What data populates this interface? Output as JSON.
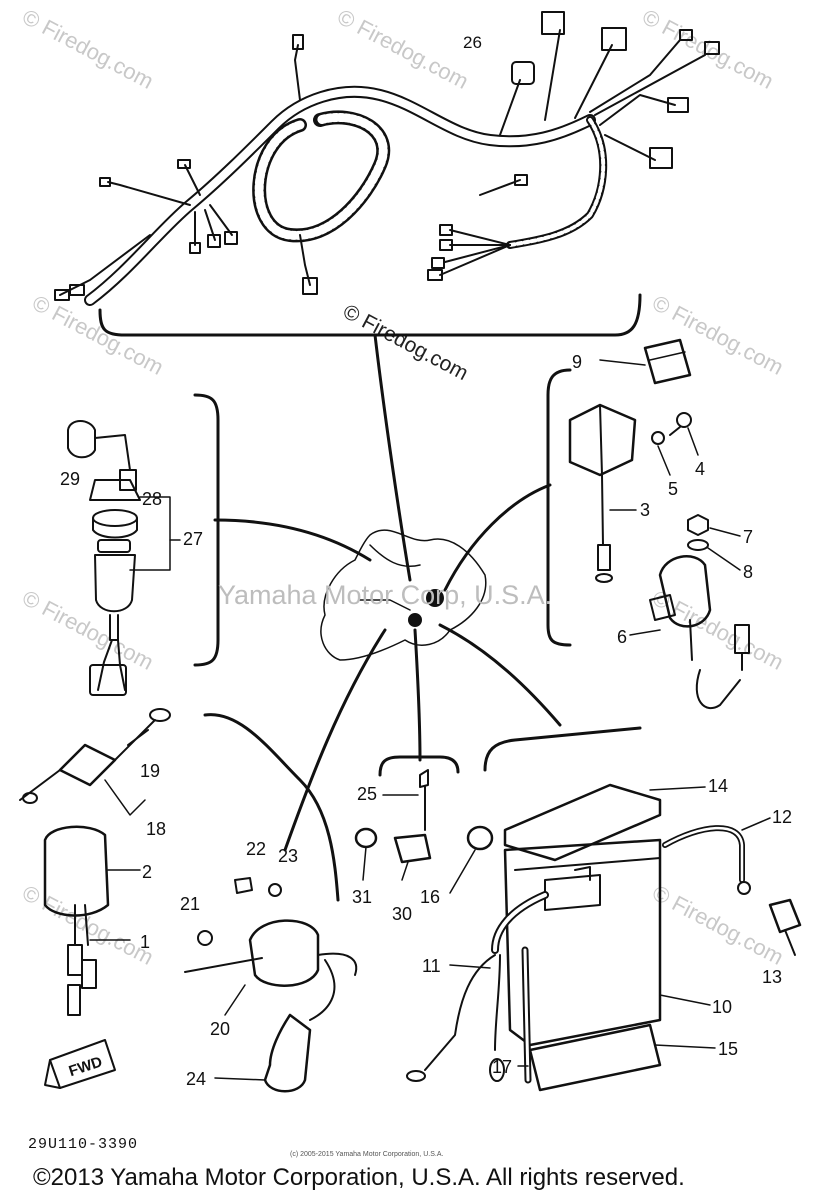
{
  "watermarks": {
    "site": "© Firedog.com",
    "center": "Yamaha Motor Corp, U.S.A."
  },
  "diagram_code": "29U110-3390",
  "small_copyright": "(c) 2005-2015 Yamaha Motor Corporation, U.S.A.",
  "copyright": "©2013 Yamaha Motor Corporation, U.S.A. All rights reserved.",
  "fwd_label": "FWD",
  "callouts": [
    "1",
    "2",
    "3",
    "4",
    "5",
    "6",
    "7",
    "8",
    "9",
    "10",
    "11",
    "12",
    "13",
    "14",
    "15",
    "16",
    "17",
    "18",
    "19",
    "20",
    "21",
    "22",
    "23",
    "24",
    "25",
    "26",
    "27",
    "28",
    "29",
    "30",
    "31"
  ]
}
